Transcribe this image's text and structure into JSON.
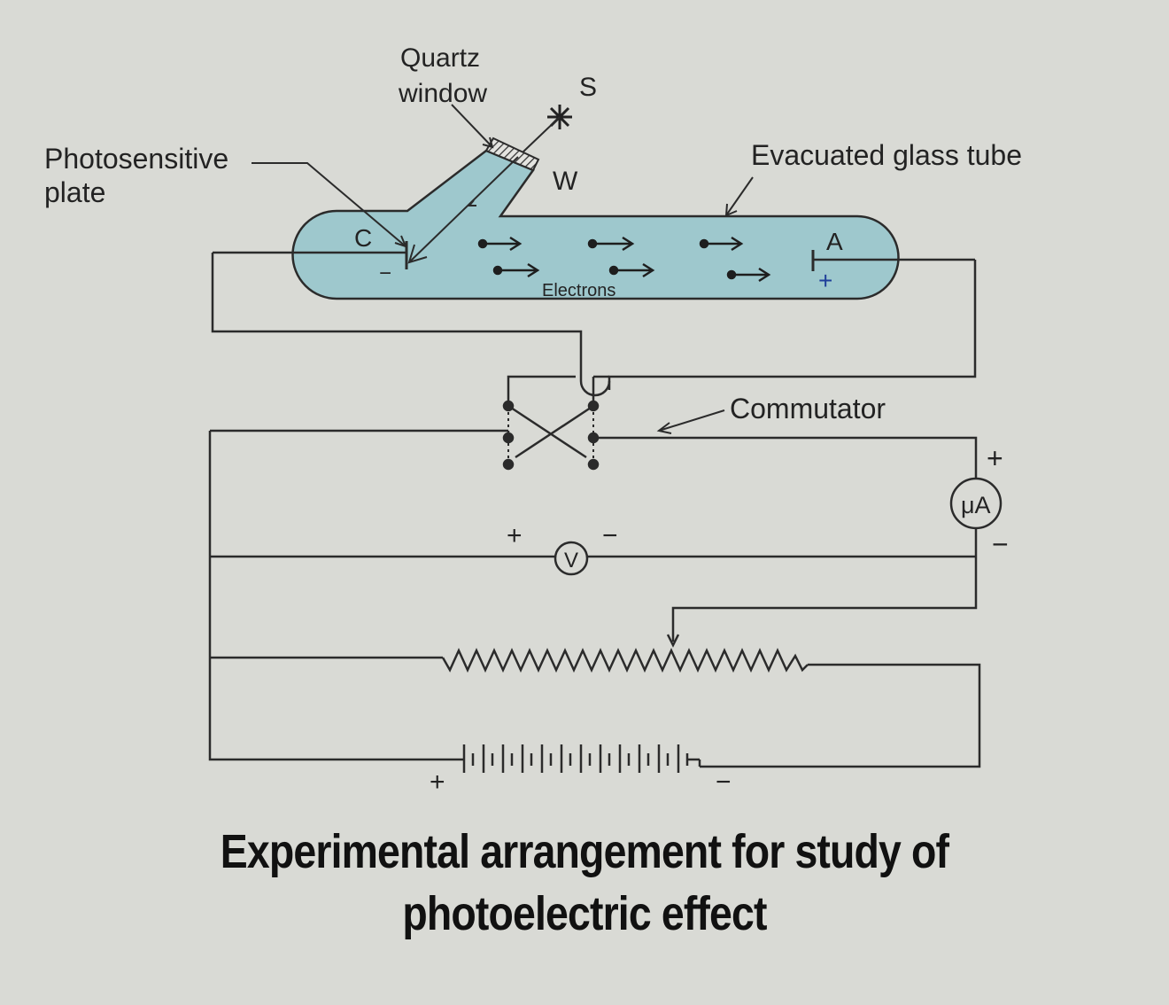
{
  "labels": {
    "quartz_line1": "Quartz",
    "quartz_line2": "window",
    "source": "S",
    "window": "W",
    "photosensitive_line1": "Photosensitive",
    "photosensitive_line2": "plate",
    "tube": "Evacuated glass tube",
    "cathode": "C",
    "anode": "A",
    "electrons": "Electrons",
    "commutator": "Commutator",
    "ammeter": "μA",
    "voltmeter": "V",
    "plus": "+",
    "minus": "−"
  },
  "caption": {
    "line1": "Experimental arrangement for study of",
    "line2": "photoelectric effect"
  },
  "colors": {
    "background": "#d9dad5",
    "tube_fill": "#9ec8cd",
    "wire": "#2b2b2b",
    "anode_plus": "#1f3f9a"
  }
}
